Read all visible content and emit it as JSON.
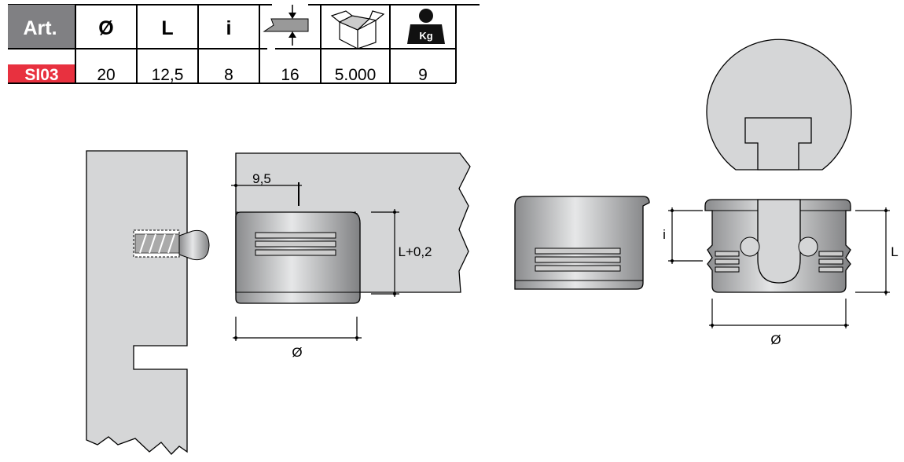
{
  "table": {
    "headers": {
      "art": "Art.",
      "diameter": "Ø",
      "length": "L",
      "i": "i"
    },
    "header_icons": [
      "panel-thickness-icon",
      "box-icon",
      "weight-kg-icon"
    ],
    "weight_icon_label": "Kg",
    "row": {
      "art": "SI03",
      "diameter": "20",
      "length": "12,5",
      "i": "8",
      "thickness": "16",
      "quantity": "5.000",
      "weight": "9"
    }
  },
  "dimensions": {
    "offset": "9,5",
    "depth": "L+0,2",
    "diameter_mid": "Ø",
    "i": "i",
    "length": "L",
    "diameter_right": "Ø"
  },
  "colors": {
    "art_header": "#808083",
    "art_label": "#e8313f",
    "part_fill": "#d5d6d7"
  }
}
